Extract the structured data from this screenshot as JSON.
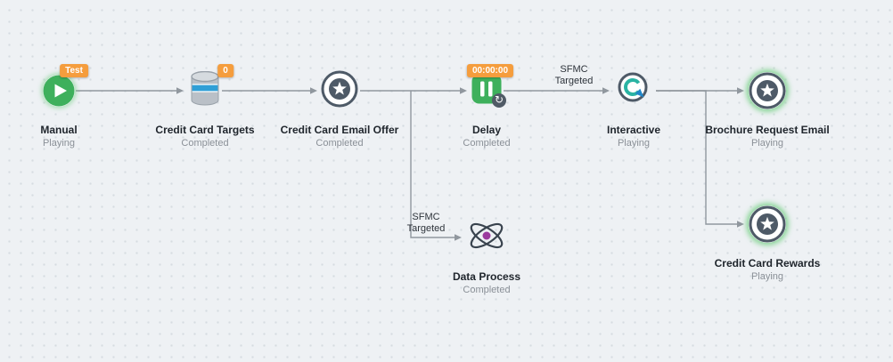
{
  "canvas": {
    "background": "#eef1f4",
    "dot_color": "#d6dbe1"
  },
  "nodes": [
    {
      "id": "manual",
      "label": "Manual",
      "status": "Playing",
      "badge": "Test",
      "icon": "play-icon"
    },
    {
      "id": "credit-card-targets",
      "label": "Credit Card Targets",
      "status": "Completed",
      "badge": "0",
      "icon": "database-icon"
    },
    {
      "id": "credit-card-email-offer",
      "label": "Credit Card Email Offer",
      "status": "Completed",
      "icon": "email-star-icon"
    },
    {
      "id": "delay",
      "label": "Delay",
      "status": "Completed",
      "badge": "00:00:00",
      "icon": "pause-icon"
    },
    {
      "id": "interactive",
      "label": "Interactive",
      "status": "Playing",
      "icon": "interactive-icon"
    },
    {
      "id": "brochure-request-email",
      "label": "Brochure Request Email",
      "status": "Playing",
      "icon": "email-star-icon"
    },
    {
      "id": "data-process",
      "label": "Data Process",
      "status": "Completed",
      "icon": "atom-icon"
    },
    {
      "id": "credit-card-rewards",
      "label": "Credit Card Rewards",
      "status": "Playing",
      "icon": "email-star-icon"
    }
  ],
  "edge_labels": [
    {
      "id": "sfmc-delay-interactive",
      "text": "SFMC Targeted"
    },
    {
      "id": "sfmc-data-process",
      "text": "SFMC Targeted"
    }
  ],
  "icons": {
    "recurrence_glyph": "↻"
  },
  "colors": {
    "node_green": "#3eb05c",
    "badge_orange": "#f59d3d",
    "edge_gray": "#90979e",
    "ring_slate": "#4e5a67",
    "db_blue": "#2f9fd6",
    "teal": "#2ab3a3",
    "arrow_blue": "#1f86c9",
    "atom_purple": "#9b3a9e"
  }
}
